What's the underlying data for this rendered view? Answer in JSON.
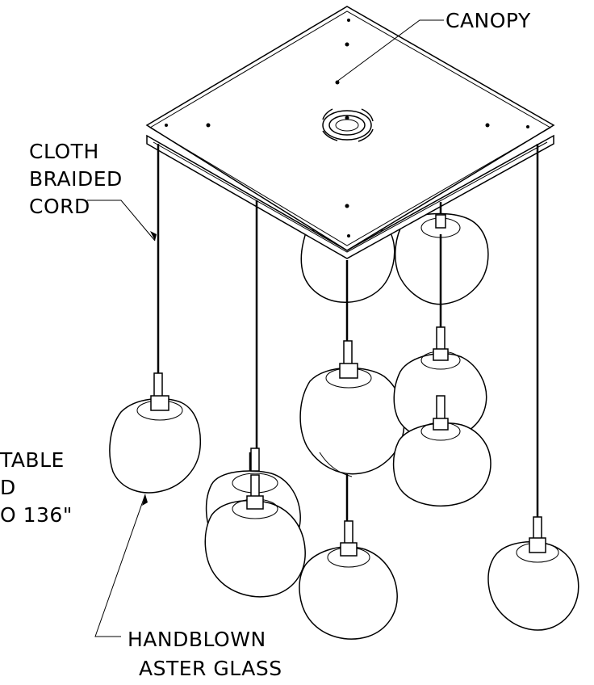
{
  "labels": {
    "canopy": "CANOPY",
    "cord_line1": "CLOTH",
    "cord_line2": "BRAIDED",
    "cord_line3": "CORD",
    "adjust_line1": "TABLE",
    "adjust_line2": "D",
    "adjust_line3": "O 136\"",
    "glass_line1": "HANDBLOWN",
    "glass_line2": "ASTER GLASS"
  },
  "colors": {
    "line": "#000000",
    "background": "#ffffff"
  }
}
